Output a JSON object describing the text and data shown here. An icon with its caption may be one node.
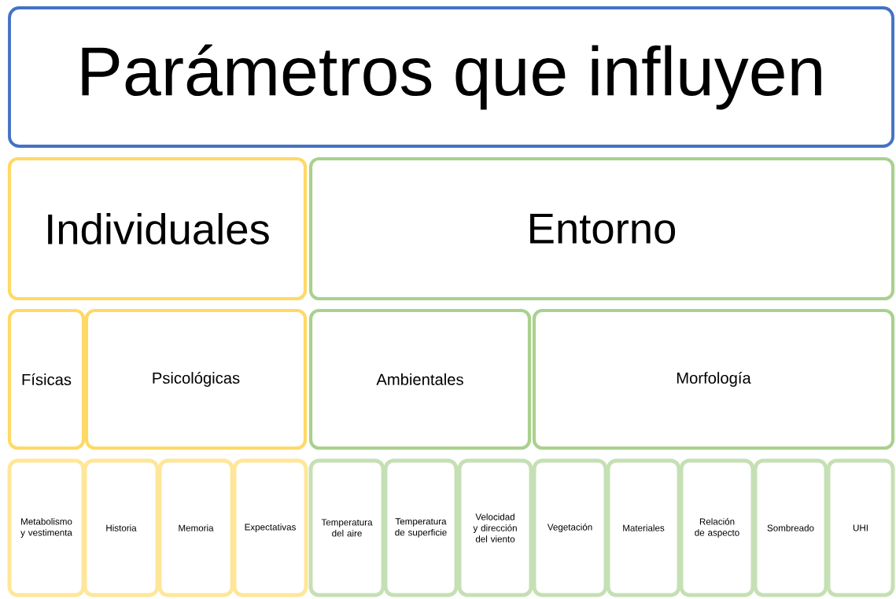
{
  "diagram": {
    "title": "Parámetros que influyen",
    "nodes": [
      {
        "text": [
          "Individuales"
        ]
      },
      {
        "text": [
          "Entorno"
        ]
      },
      {
        "text": [
          "Físicas"
        ]
      },
      {
        "text": [
          "Psicológicas"
        ]
      },
      {
        "text": [
          "Ambientales"
        ]
      },
      {
        "text": [
          "Morfología"
        ]
      },
      {
        "text": [
          "Metabolismo y vestimenta"
        ]
      },
      {
        "text": [
          "Historia"
        ]
      },
      {
        "text": [
          "Memoria"
        ]
      },
      {
        "text": [
          "Expectativas"
        ]
      },
      {
        "text": [
          "Temperatura del aire"
        ]
      },
      {
        "text": [
          "Temperatura de superficie"
        ]
      },
      {
        "text": [
          "Velocidad y dirección del viento"
        ]
      },
      {
        "text": [
          "Vegetación"
        ]
      },
      {
        "text": [
          "Materiales"
        ]
      },
      {
        "text": [
          "Relación de aspecto"
        ]
      },
      {
        "text": [
          "Sombreado"
        ]
      },
      {
        "text": [
          "UHI"
        ]
      }
    ]
  }
}
